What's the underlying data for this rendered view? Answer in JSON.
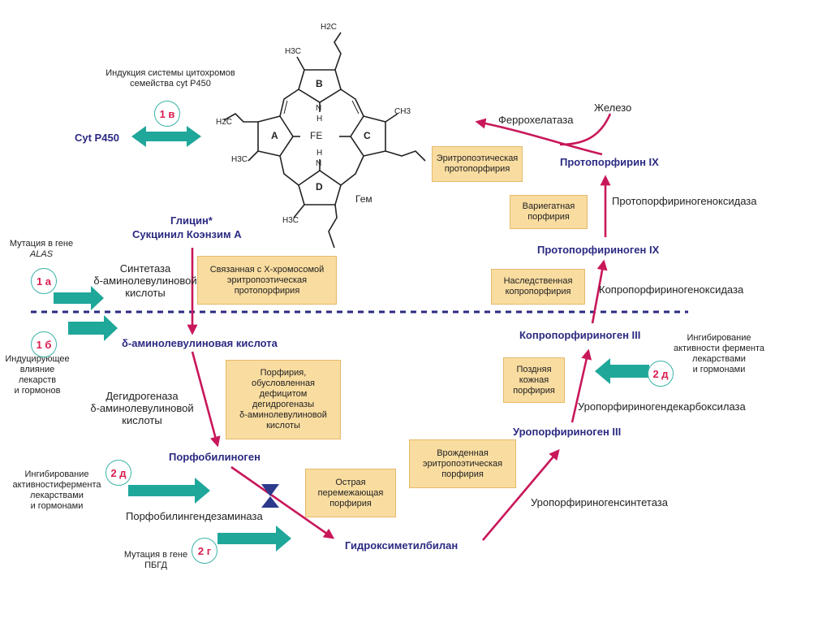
{
  "heme": {
    "ring_labels": [
      "A",
      "B",
      "C",
      "D"
    ],
    "center_fe": "FE",
    "center_n": "N",
    "center_h": "H",
    "label": "Гем",
    "substituents": {
      "h2c_top": "H2C",
      "h3c_top_left": "H3C",
      "ch3_right": "CH3",
      "h3c_left": "H3C",
      "h3c_bottom": "H3C",
      "h2c_left": "H2C"
    }
  },
  "nodes": {
    "glycine": "Глицин*",
    "succinyl": "Сукцинил Коэнзим А",
    "ala": "δ-аминолевулиновая кислота",
    "pbg": "Порфобилиноген",
    "hmb": "Гидроксиметилбилан",
    "uro3": "Уропорфириноген III",
    "copro3": "Копропорфириноген III",
    "proto_gen": "Протопорфириноген IX",
    "proto": "Протопорфирин IX",
    "iron": "Железо"
  },
  "enzymes": {
    "ala_synthase": [
      "Синтетаза",
      "δ-аминолевулиновой",
      "кислоты"
    ],
    "ala_dehydratase": [
      "Дегидрогеназа",
      "δ-аминолевулиновой",
      "кислоты"
    ],
    "pbg_deaminase": "Порфобилингендезаминаза",
    "uro_synthase": "Уропорфириногенсинтетаза",
    "uro_decarbox": "Уропорфириногендекарбоксилаза",
    "copro_oxidase": "Копропорфириногеноксидаза",
    "proto_oxidase": "Протопорфириногеноксидаза",
    "ferrochelatase": "Феррохелатаза"
  },
  "diseases": {
    "xlinked": [
      "Связанная с X-хромосомой",
      "эритропоэтическая",
      "протопорфирия"
    ],
    "ala_def": [
      "Порфирия,",
      "обусловленная",
      "дефицитом",
      "дегидрогеназы",
      "δ-аминолевулиновой",
      "кислоты"
    ],
    "aip": [
      "Острая",
      "перемежающая",
      "порфирия"
    ],
    "cep": [
      "Врожденная",
      "эритропоэтическая",
      "порфирия"
    ],
    "pct": [
      "Поздняя",
      "кожная",
      "порфирия"
    ],
    "hcp": [
      "Наследственная",
      "копропорфирия"
    ],
    "vp": [
      "Вариегатная",
      "порфирия"
    ],
    "epp": [
      "Эритропоэтическая",
      "протопорфирия"
    ]
  },
  "annotations": {
    "cyp_induction": [
      "Индукция системы цитохромов",
      "семейства cyt P450"
    ],
    "cyp": "Cyt P450",
    "alas_mutation": [
      "Мутация в гене",
      "ALAS"
    ],
    "drug_induction": [
      "Индуцирующее",
      "влияние лекарств",
      "и гормонов"
    ],
    "inhibit_left": [
      "Ингибирование",
      "активностифермента",
      "лекарствами",
      "и гормонами"
    ],
    "pbgd_mutation": [
      "Мутация в гене",
      "ПБГД"
    ],
    "inhibit_right": [
      "Ингибирование",
      "активности фермента",
      "лекарствами",
      "и гормонами"
    ]
  },
  "badges": {
    "b1v": "1 в",
    "b1a": "1 а",
    "b1b": "1 б",
    "b2d_left": "2 д",
    "b2g": "2 г",
    "b2d_right": "2 д"
  },
  "colors": {
    "pathway_arrow": "#c8175a",
    "teal_arrow": "#1fa79a",
    "node_text": "#2b2a82",
    "box_fill": "#f9dca0",
    "badge_text": "#d81c4f",
    "dashed_line": "#2b2a82"
  }
}
